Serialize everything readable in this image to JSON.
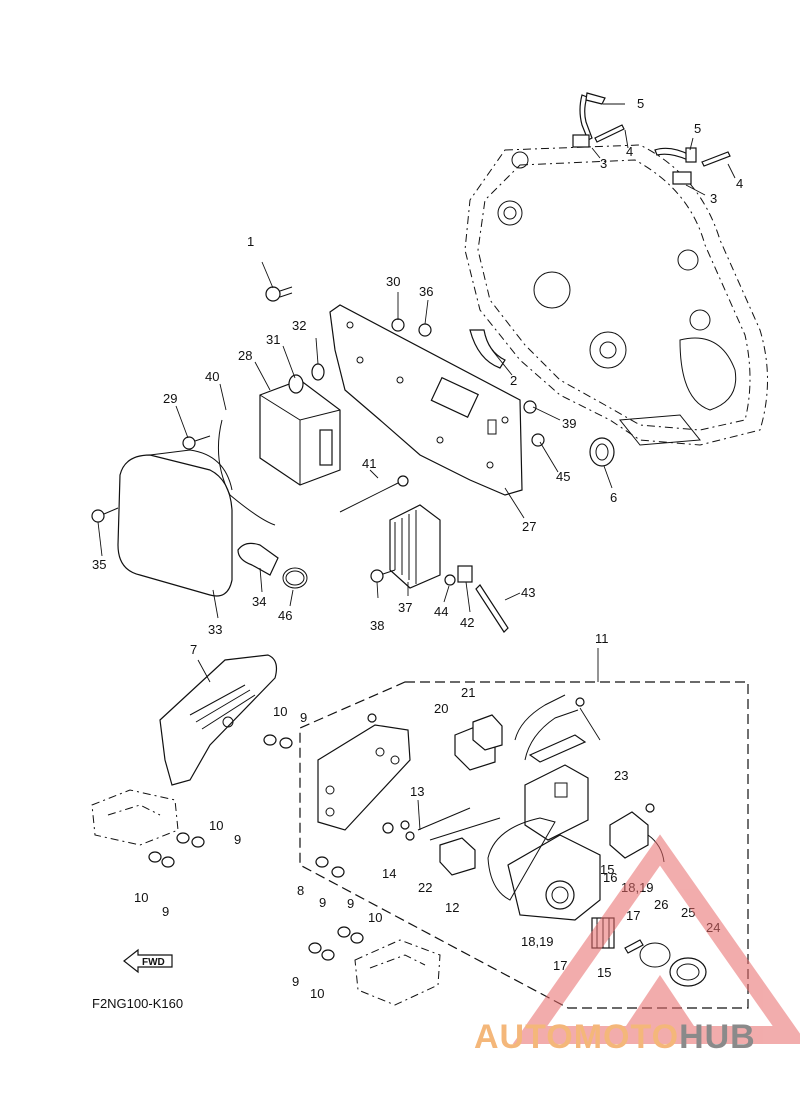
{
  "figure_code": "F2NG100-K160",
  "fwd_label": "FWD",
  "watermark": {
    "part1": "AUTOMOTO",
    "part2": "HUB",
    "color1": "#f4b77a",
    "color2": "#8a8a8a",
    "triangle_color": "#e86a6a"
  },
  "callouts": {
    "c1": "1",
    "c2": "2",
    "c3a": "3",
    "c3b": "3",
    "c4a": "4",
    "c4b": "4",
    "c5a": "5",
    "c5b": "5",
    "c6": "6",
    "c7": "7",
    "c8": "8",
    "c9a": "9",
    "c9b": "9",
    "c9c": "9",
    "c9d": "9",
    "c9e": "9",
    "c9f": "9",
    "c10a": "10",
    "c10b": "10",
    "c10c": "10",
    "c10d": "10",
    "c10e": "10",
    "c11": "11",
    "c12": "12",
    "c13": "13",
    "c14": "14",
    "c15a": "15",
    "c15b": "15",
    "c16": "16",
    "c17a": "17",
    "c17b": "17",
    "c1819a": "18,19",
    "c1819b": "18,19",
    "c20": "20",
    "c21": "21",
    "c22": "22",
    "c23": "23",
    "c24": "24",
    "c25": "25",
    "c26": "26",
    "c27": "27",
    "c28": "28",
    "c29": "29",
    "c30": "30",
    "c31": "31",
    "c32": "32",
    "c33": "33",
    "c34": "34",
    "c35": "35",
    "c36": "36",
    "c37": "37",
    "c38": "38",
    "c39": "39",
    "c40": "40",
    "c41": "41",
    "c42": "42",
    "c43": "43",
    "c44": "44",
    "c45": "45",
    "c46": "46"
  }
}
